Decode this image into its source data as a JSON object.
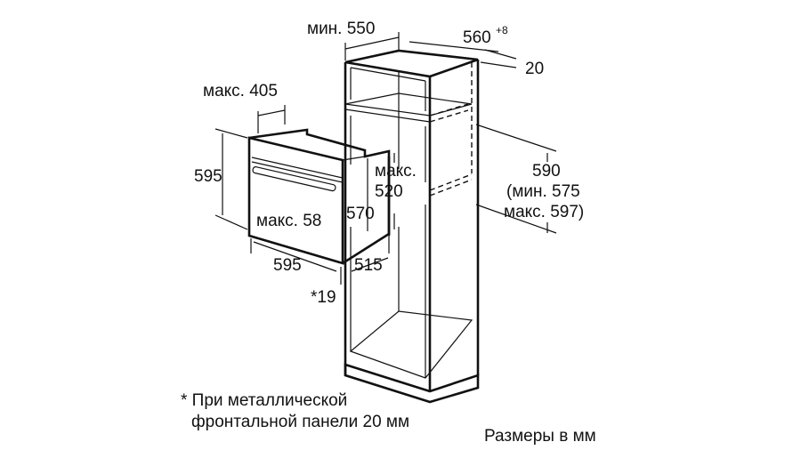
{
  "dimensions": {
    "cabinet_min_depth": "мин. 550",
    "cabinet_width": "560",
    "cabinet_width_tolerance": "+8",
    "cabinet_panel": "20",
    "niche_height": "590",
    "niche_height_min": "(мин. 575",
    "niche_height_max": "макс. 597)",
    "oven_max_depth_top": "макс. 405",
    "oven_height": "595",
    "oven_max_label": "макс.",
    "oven_max_value": "520",
    "oven_handle": "макс. 58",
    "oven_body_height": "570",
    "oven_width": "595",
    "oven_depth": "515",
    "front_panel": "*19"
  },
  "footnote": {
    "line1": "* При металлической",
    "line2": "фронтальной панели 20 мм"
  },
  "units_note": "Размеры в мм"
}
